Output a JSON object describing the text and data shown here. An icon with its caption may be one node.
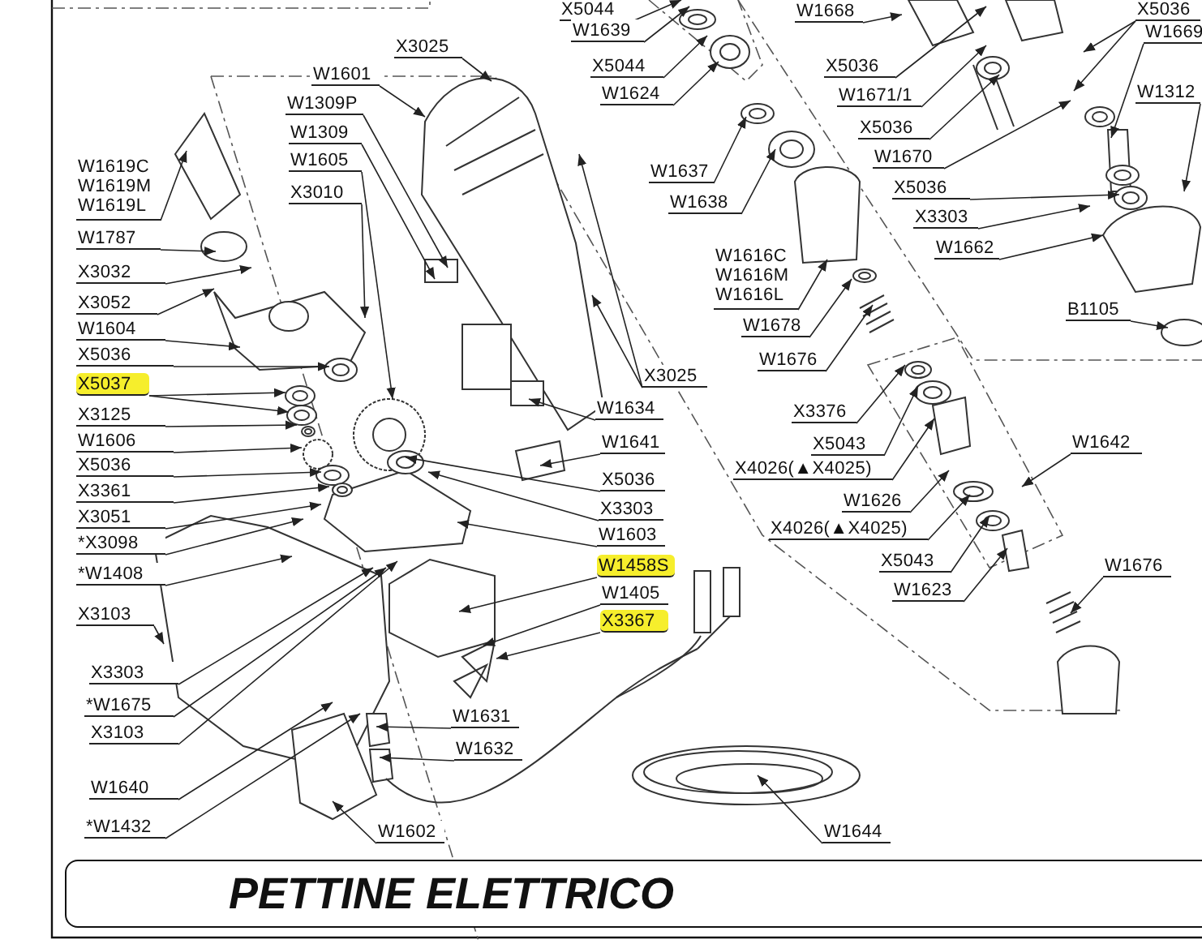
{
  "diagram": {
    "title": "PETTINE ELETTRICO",
    "nodes": [
      {
        "text": [
          "W1619C W1619M W1619L"
        ]
      },
      {
        "text": [
          "W1787"
        ]
      },
      {
        "text": [
          "X3032"
        ]
      },
      {
        "text": [
          "X3052"
        ]
      },
      {
        "text": [
          "W1604"
        ]
      },
      {
        "text": [
          "X5036"
        ]
      },
      {
        "text": [
          "X5037"
        ]
      },
      {
        "text": [
          "X3125"
        ]
      },
      {
        "text": [
          "W1606"
        ]
      },
      {
        "text": [
          "X5036"
        ]
      },
      {
        "text": [
          "X3361"
        ]
      },
      {
        "text": [
          "X3051"
        ]
      },
      {
        "text": [
          "*X3098"
        ]
      },
      {
        "text": [
          "*W1408"
        ]
      },
      {
        "text": [
          "X3103"
        ]
      },
      {
        "text": [
          "X3303"
        ]
      },
      {
        "text": [
          "*W1675"
        ]
      },
      {
        "text": [
          "X3103"
        ]
      },
      {
        "text": [
          "W1640"
        ]
      },
      {
        "text": [
          "*W1432"
        ]
      },
      {
        "text": [
          "W1602"
        ]
      },
      {
        "text": [
          "X3025"
        ]
      },
      {
        "text": [
          "W1601"
        ]
      },
      {
        "text": [
          "W1309P"
        ]
      },
      {
        "text": [
          "W1309"
        ]
      },
      {
        "text": [
          "W1605"
        ]
      },
      {
        "text": [
          "X3010"
        ]
      },
      {
        "text": [
          "X3025"
        ]
      },
      {
        "text": [
          "W1634"
        ]
      },
      {
        "text": [
          "W1641"
        ]
      },
      {
        "text": [
          "X5036"
        ]
      },
      {
        "text": [
          "X3303"
        ]
      },
      {
        "text": [
          "W1603"
        ]
      },
      {
        "text": [
          "W1458S"
        ]
      },
      {
        "text": [
          "W1405"
        ]
      },
      {
        "text": [
          "X3367"
        ]
      },
      {
        "text": [
          "W1631"
        ]
      },
      {
        "text": [
          "W1632"
        ]
      },
      {
        "text": [
          "W1644"
        ]
      },
      {
        "text": [
          "X5044"
        ]
      },
      {
        "text": [
          "W1639"
        ]
      },
      {
        "text": [
          "X5044"
        ]
      },
      {
        "text": [
          "W1624"
        ]
      },
      {
        "text": [
          "W1637"
        ]
      },
      {
        "text": [
          "W1638"
        ]
      },
      {
        "text": [
          "W1616C W1616M W1616L"
        ]
      },
      {
        "text": [
          "W1678"
        ]
      },
      {
        "text": [
          "W1676"
        ]
      },
      {
        "text": [
          "X3376"
        ]
      },
      {
        "text": [
          "X5043"
        ]
      },
      {
        "text": [
          "X4026(▲X4025)"
        ]
      },
      {
        "text": [
          "W1626"
        ]
      },
      {
        "text": [
          "X4026(▲X4025)"
        ]
      },
      {
        "text": [
          "X5043"
        ]
      },
      {
        "text": [
          "W1623"
        ]
      },
      {
        "text": [
          "W1642"
        ]
      },
      {
        "text": [
          "W1676"
        ]
      },
      {
        "text": [
          "W1668"
        ]
      },
      {
        "text": [
          "X5036"
        ]
      },
      {
        "text": [
          "W1671/1"
        ]
      },
      {
        "text": [
          "X5036"
        ]
      },
      {
        "text": [
          "W1670"
        ]
      },
      {
        "text": [
          "X5036"
        ]
      },
      {
        "text": [
          "X3303"
        ]
      },
      {
        "text": [
          "W1662"
        ]
      },
      {
        "text": [
          "B1105"
        ]
      },
      {
        "text": [
          "X5036"
        ]
      },
      {
        "text": [
          "W1669"
        ]
      },
      {
        "text": [
          "W1312"
        ]
      }
    ],
    "edges": [
      {
        "from": 0,
        "to": null,
        "arrow": "to"
      },
      {
        "from": 1,
        "to": null,
        "arrow": "to"
      },
      {
        "from": 2,
        "to": null,
        "arrow": "to"
      },
      {
        "from": 3,
        "to": null,
        "arrow": "to"
      },
      {
        "from": 4,
        "to": null,
        "arrow": "to"
      },
      {
        "from": 5,
        "to": null,
        "arrow": "to"
      },
      {
        "from": 6,
        "to": null,
        "arrow": "to"
      },
      {
        "from": 6,
        "to": null,
        "arrow": "to"
      },
      {
        "from": 7,
        "to": null,
        "arrow": "to"
      },
      {
        "from": 8,
        "to": null,
        "arrow": "to"
      },
      {
        "from": 9,
        "to": null,
        "arrow": "to"
      },
      {
        "from": 10,
        "to": null,
        "arrow": "to"
      },
      {
        "from": 11,
        "to": null,
        "arrow": "to"
      },
      {
        "from": 12,
        "to": null,
        "arrow": "to"
      },
      {
        "from": 13,
        "to": null,
        "arrow": "to"
      },
      {
        "from": 14,
        "to": null,
        "arrow": "to"
      },
      {
        "from": 15,
        "to": null,
        "arrow": "to"
      },
      {
        "from": 16,
        "to": null,
        "arrow": "to"
      },
      {
        "from": 17,
        "to": null,
        "arrow": "to"
      },
      {
        "from": 18,
        "to": null,
        "arrow": "to"
      },
      {
        "from": 19,
        "to": null,
        "arrow": "to"
      },
      {
        "from": 20,
        "to": null,
        "arrow": "to"
      },
      {
        "from": 21,
        "to": null,
        "arrow": "to"
      },
      {
        "from": 22,
        "to": null,
        "arrow": "to"
      },
      {
        "from": 23,
        "to": null,
        "arrow": "to"
      },
      {
        "from": 24,
        "to": null,
        "arrow": "to"
      },
      {
        "from": 25,
        "to": null,
        "arrow": "to"
      },
      {
        "from": 26,
        "to": null,
        "arrow": "to"
      },
      {
        "from": 27,
        "to": null,
        "arrow": "to"
      },
      {
        "from": 27,
        "to": null,
        "arrow": "to"
      },
      {
        "from": 28,
        "to": null,
        "arrow": "to"
      },
      {
        "from": 29,
        "to": null,
        "arrow": "to"
      },
      {
        "from": 30,
        "to": null,
        "arrow": "to"
      },
      {
        "from": 31,
        "to": null,
        "arrow": "to"
      },
      {
        "from": 32,
        "to": null,
        "arrow": "to"
      },
      {
        "from": 33,
        "to": null,
        "arrow": "to"
      },
      {
        "from": 34,
        "to": null,
        "arrow": "to"
      },
      {
        "from": 35,
        "to": null,
        "arrow": "to"
      },
      {
        "from": 36,
        "to": null,
        "arrow": "to"
      },
      {
        "from": 37,
        "to": null,
        "arrow": "to"
      },
      {
        "from": 38,
        "to": null,
        "arrow": "to"
      },
      {
        "from": 39,
        "to": null,
        "arrow": "to"
      },
      {
        "from": 40,
        "to": null,
        "arrow": "to"
      },
      {
        "from": 41,
        "to": null,
        "arrow": "to"
      },
      {
        "from": 42,
        "to": null,
        "arrow": "to"
      },
      {
        "from": 43,
        "to": null,
        "arrow": "to"
      },
      {
        "from": 44,
        "to": null,
        "arrow": "to"
      },
      {
        "from": 45,
        "to": null,
        "arrow": "to"
      },
      {
        "from": 46,
        "to": null,
        "arrow": "to"
      },
      {
        "from": 47,
        "to": null,
        "arrow": "to"
      },
      {
        "from": 48,
        "to": null,
        "arrow": "to"
      },
      {
        "from": 49,
        "to": null,
        "arrow": "to"
      },
      {
        "from": 50,
        "to": null,
        "arrow": "to"
      },
      {
        "from": 51,
        "to": null,
        "arrow": "to"
      },
      {
        "from": 52,
        "to": null,
        "arrow": "to"
      },
      {
        "from": 53,
        "to": null,
        "arrow": "to"
      },
      {
        "from": 54,
        "to": null,
        "arrow": "to"
      },
      {
        "from": 55,
        "to": null,
        "arrow": "to"
      },
      {
        "from": 56,
        "to": null,
        "arrow": "to"
      },
      {
        "from": 57,
        "to": null,
        "arrow": "to"
      },
      {
        "from": 58,
        "to": null,
        "arrow": "to"
      },
      {
        "from": 59,
        "to": null,
        "arrow": "to"
      },
      {
        "from": 60,
        "to": null,
        "arrow": "to"
      },
      {
        "from": 61,
        "to": null,
        "arrow": "to"
      },
      {
        "from": 62,
        "to": null,
        "arrow": "to"
      },
      {
        "from": 63,
        "to": null,
        "arrow": "to"
      },
      {
        "from": 64,
        "to": null,
        "arrow": "to"
      },
      {
        "from": 65,
        "to": null,
        "arrow": "to"
      },
      {
        "from": 66,
        "to": null,
        "arrow": "to"
      },
      {
        "from": 66,
        "to": null,
        "arrow": "to"
      },
      {
        "from": 67,
        "to": null,
        "arrow": "to"
      },
      {
        "from": 68,
        "to": null,
        "arrow": "to"
      }
    ]
  }
}
